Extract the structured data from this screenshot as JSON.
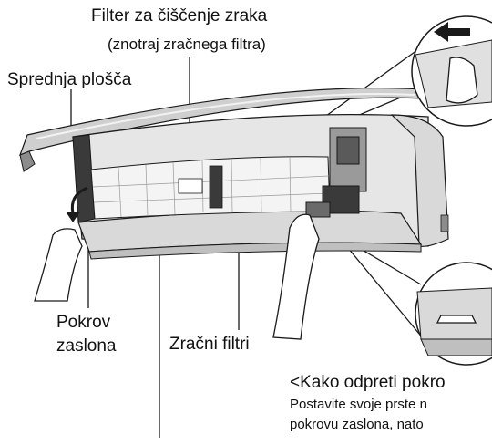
{
  "labels": {
    "filter_title": "Filter za čiščenje zraka",
    "filter_sub": "(znotraj zračnega filtra)",
    "front_panel": "Sprednja plošča",
    "display_cover_1": "Pokrov",
    "display_cover_2": "zaslona",
    "air_filters": "Zračni filtri"
  },
  "note": {
    "title": "<Kako odpreti pokro",
    "line1": "Postavite svoje prste n",
    "line2": "pokrovu zaslona, nato"
  },
  "colors": {
    "line": "#1a1a1a",
    "unit_body": "#d9d9d9",
    "unit_dark": "#8c8c8c",
    "unit_light": "#f2f2f2",
    "filter_mesh": "#e6e6e6"
  },
  "icons": [
    "arrow-left-icon",
    "arrow-down-icon",
    "hand-icon",
    "latch-icon"
  ]
}
